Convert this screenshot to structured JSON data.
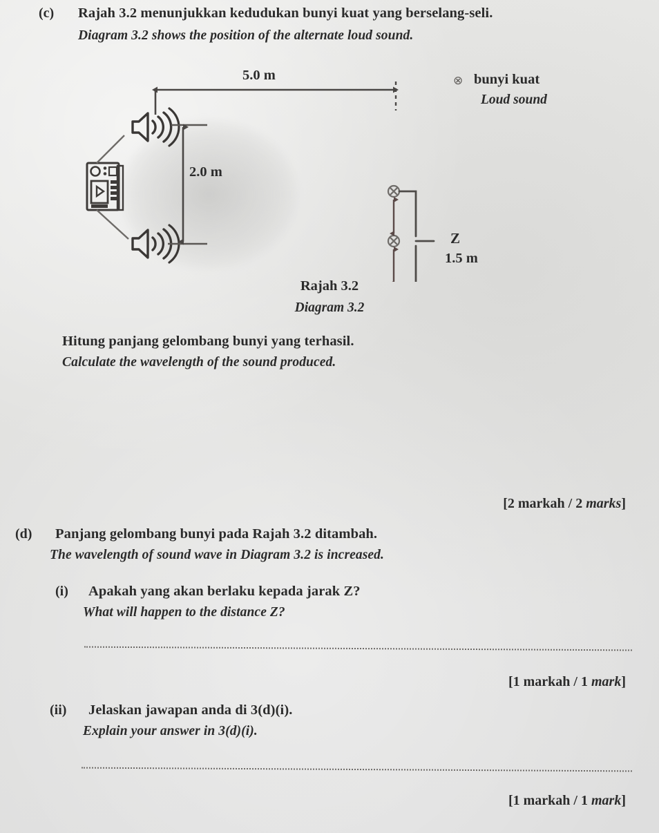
{
  "question_c": {
    "label": "(c)",
    "bm": "Rajah 3.2 menunjukkan kedudukan bunyi kuat yang berselang-seli.",
    "en": "Diagram 3.2 shows the position of the alternate loud sound."
  },
  "diagram": {
    "caption_bm": "Rajah 3.2",
    "caption_en": "Diagram 3.2",
    "dimension_horizontal": "5.0 m",
    "dimension_vertical": "2.0 m",
    "bracket_label_z": "Z",
    "bracket_label_value": "1.5 m",
    "legend": {
      "symbol": "⊗",
      "bm": "bunyi kuat",
      "en": "Loud sound"
    },
    "marker_symbol": "⊗",
    "marker_count": 3
  },
  "question_c_task": {
    "bm": "Hitung panjang gelombang bunyi yang terhasil.",
    "en": "Calculate the wavelength of the sound produced.",
    "marks": "[2 markah / 2 marks]",
    "marks_bm": "[2 markah / 2 ",
    "marks_en": "marks",
    "marks_tail": "]"
  },
  "question_d": {
    "label": "(d)",
    "bm": "Panjang gelombang bunyi pada Rajah 3.2 ditambah.",
    "en": "The wavelength of sound wave in Diagram 3.2 is increased.",
    "sub_i": {
      "label": "(i)",
      "bm": "Apakah yang akan berlaku kepada jarak Z?",
      "en": "What will happen to the distance Z?",
      "marks_pre": "[1 markah / 1 ",
      "marks_em": "mark",
      "marks_post": "]"
    },
    "sub_ii": {
      "label": "(ii)",
      "bm": "Jelaskan jawapan anda di 3(d)(i).",
      "en": "Explain your answer in 3(d)(i).",
      "marks_pre": "[1 markah / 1 ",
      "marks_em": "mark",
      "marks_post": "]"
    }
  },
  "colors": {
    "paper": "#e4e4e2",
    "ink": "#2b2b2b",
    "line": "#4a4745",
    "shade": "#b6b6b4"
  }
}
